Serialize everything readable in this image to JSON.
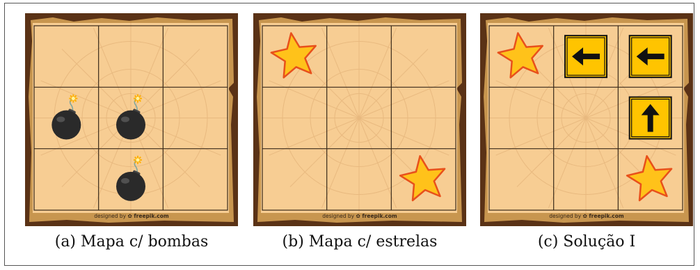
{
  "figure": {
    "panels": [
      {
        "caption": "(a) Mapa c/ bombas",
        "credit": "designed by",
        "credit_brand": "freepik.com",
        "objects": [
          {
            "kind": "bomb",
            "row": 1,
            "col": 0
          },
          {
            "kind": "bomb",
            "row": 1,
            "col": 1
          },
          {
            "kind": "bomb",
            "row": 2,
            "col": 1
          }
        ]
      },
      {
        "caption": "(b) Mapa c/ estrelas",
        "credit": "designed by",
        "credit_brand": "freepik.com",
        "objects": [
          {
            "kind": "star",
            "row": 0,
            "col": 0
          },
          {
            "kind": "star",
            "row": 2,
            "col": 2
          }
        ]
      },
      {
        "caption": "(c) Solução I",
        "credit": "designed by",
        "credit_brand": "freepik.com",
        "objects": [
          {
            "kind": "star",
            "row": 0,
            "col": 0
          },
          {
            "kind": "arrow-left",
            "row": 0,
            "col": 1
          },
          {
            "kind": "arrow-left",
            "row": 0,
            "col": 2
          },
          {
            "kind": "arrow-up",
            "row": 1,
            "col": 2
          },
          {
            "kind": "star",
            "row": 2,
            "col": 2
          }
        ]
      }
    ],
    "grid": {
      "rows": 3,
      "cols": 3
    },
    "colors": {
      "frame": "#5a3216",
      "parchment": "#f7cd93",
      "grid_line": "#3a2a1a",
      "star_fill": "#ffc21a",
      "star_stroke": "#e8501b",
      "sign_fill": "#ffc400",
      "bomb": "#2a2a2a"
    }
  }
}
